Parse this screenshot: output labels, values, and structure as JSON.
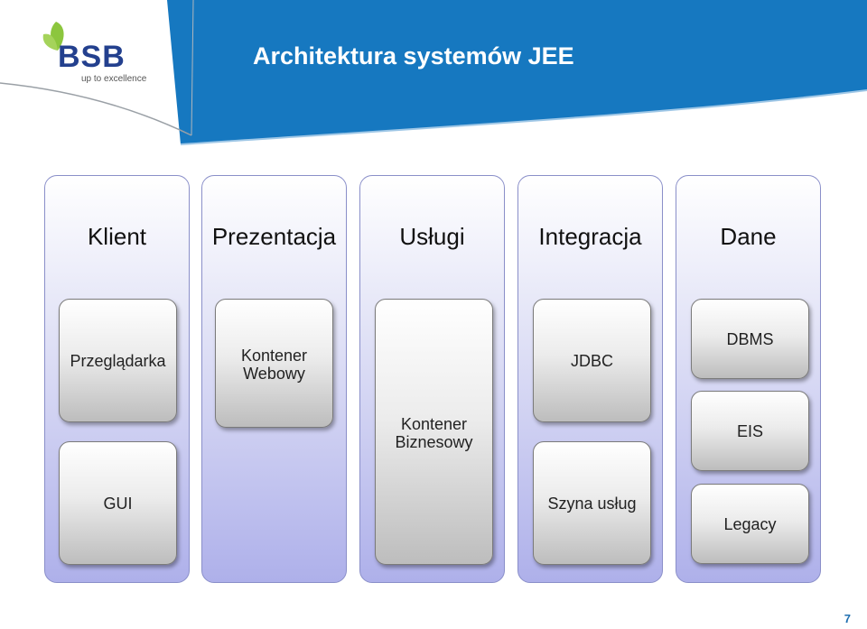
{
  "header": {
    "title": "Architektura systemów JEE",
    "logo_text": "BSB",
    "logo_tagline": "up to excellence"
  },
  "columns": [
    {
      "heading": "Klient"
    },
    {
      "heading": "Prezentacja"
    },
    {
      "heading": "Usługi"
    },
    {
      "heading": "Integracja"
    },
    {
      "heading": "Dane"
    }
  ],
  "boxes": {
    "przegladarka": "Przeglądarka",
    "gui": "GUI",
    "kontener_webowy_1": "Kontener",
    "kontener_webowy_2": "Webowy",
    "kontener_biznesowy_1": "Kontener",
    "kontener_biznesowy_2": "Biznesowy",
    "jdbc": "JDBC",
    "szyna_uslug": "Szyna usług",
    "dbms": "DBMS",
    "eis": "EIS",
    "legacy": "Legacy"
  },
  "footer": {
    "page_number": "7"
  },
  "colors": {
    "header_blue": "#1678c0",
    "column_fill": "#aeb0ea",
    "accent_green": "#8cc63e"
  }
}
